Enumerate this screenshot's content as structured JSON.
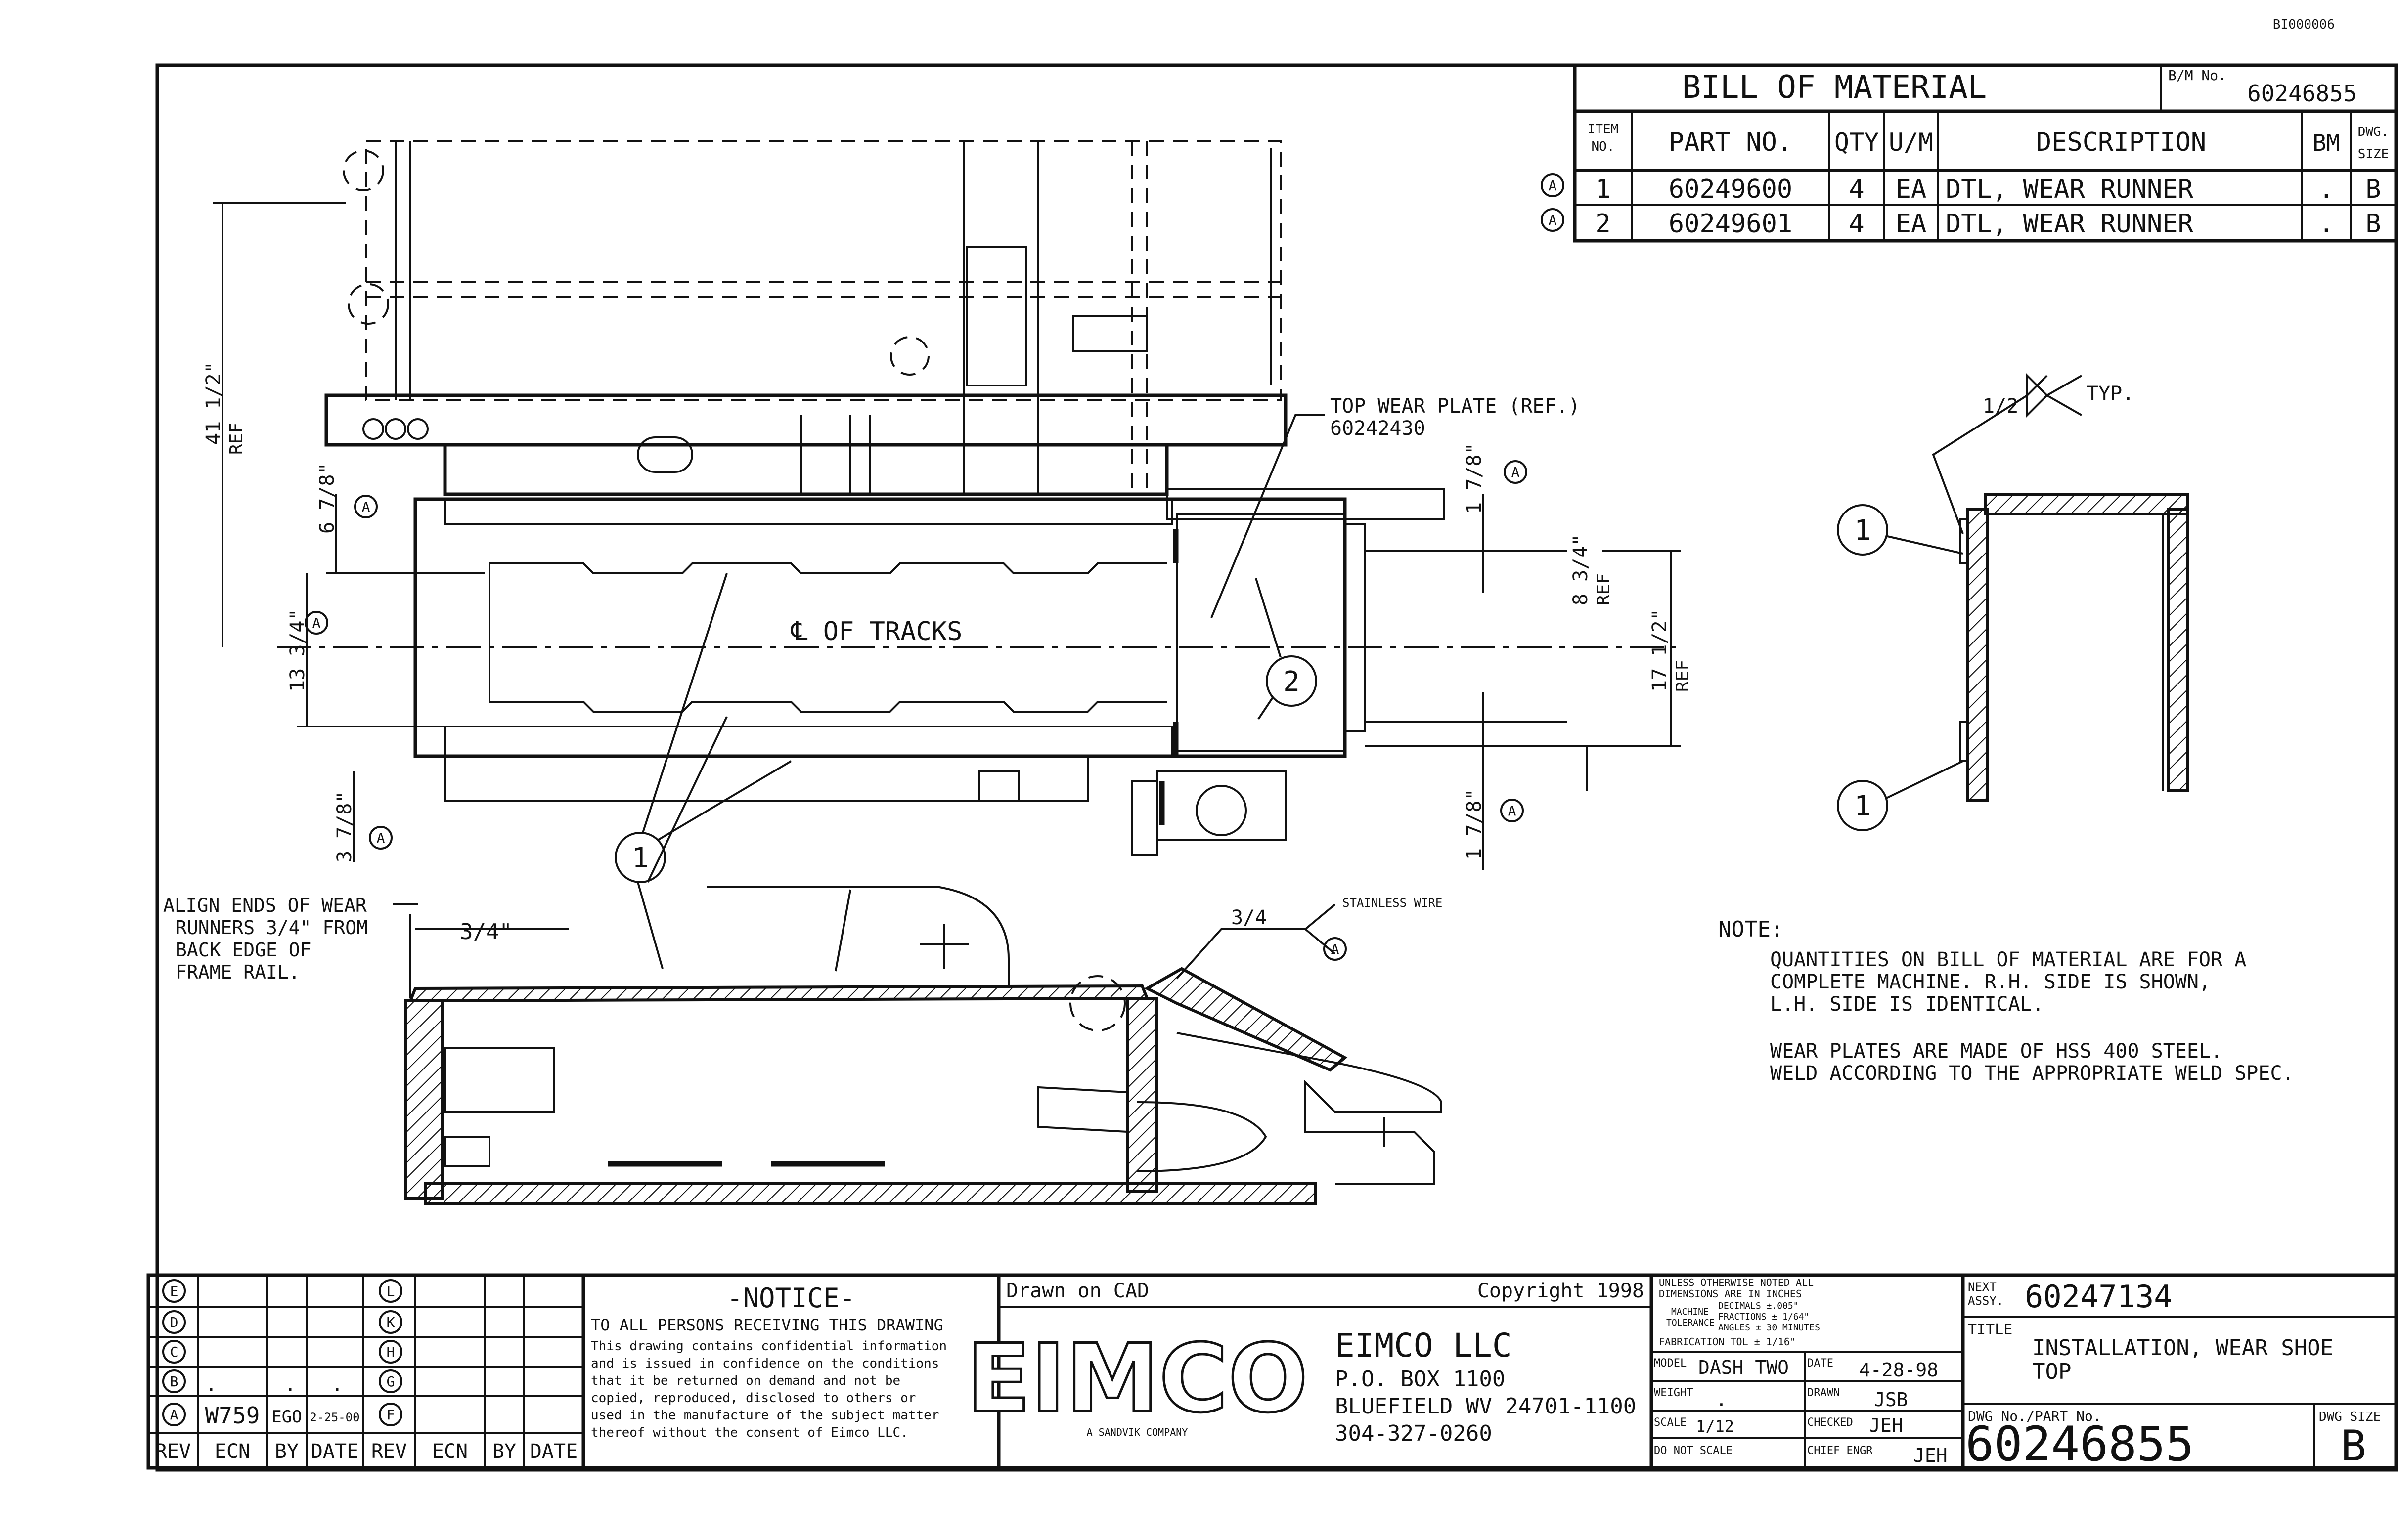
{
  "doc_code": "BI000006",
  "bom": {
    "title": "BILL OF MATERIAL",
    "bm_no_label": "B/M No.",
    "bm_no": "60246855",
    "headers": {
      "item": "ITEM",
      "item2": "NO.",
      "part": "PART NO.",
      "qty": "QTY",
      "um": "U/M",
      "desc": "DESCRIPTION",
      "bm": "BM",
      "dwg": "DWG.",
      "dwg2": "SIZE"
    },
    "rows": [
      {
        "rev": "A",
        "item": "1",
        "part": "60249600",
        "qty": "4",
        "um": "EA",
        "desc": "DTL, WEAR RUNNER",
        "bm": ".",
        "size": "B"
      },
      {
        "rev": "A",
        "item": "2",
        "part": "60249601",
        "qty": "4",
        "um": "EA",
        "desc": "DTL, WEAR RUNNER",
        "bm": ".",
        "size": "B"
      }
    ]
  },
  "callouts": {
    "top_wear_plate": "TOP WEAR PLATE (REF.)",
    "top_wear_plate_pn": "60242430",
    "centerline": "℄ OF TRACKS",
    "item1": "1",
    "item2": "2",
    "rev_a": "A",
    "dim_41": "41 1/2\"",
    "ref": "REF",
    "dim_6_78": "6 7/8\"",
    "dim_13_34": "13 3/4\"",
    "dim_3_78": "3 7/8\"",
    "dim_1_78_top": "1 7/8\"",
    "dim_1_78_bot": "1 7/8\"",
    "dim_8_34": "8 3/4\"",
    "dim_17_12": "17 1/2\"",
    "dim_34": "3/4\"",
    "weld_34": "3/4",
    "weld_12": "1/2",
    "typ": "TYP.",
    "stainless": "STAINLESS WIRE",
    "align_note": [
      "ALIGN ENDS OF WEAR",
      "RUNNERS 3/4\" FROM",
      "BACK EDGE OF",
      "FRAME RAIL."
    ]
  },
  "notes": {
    "title": "NOTE:",
    "lines": [
      "QUANTITIES ON BILL OF MATERIAL ARE FOR A",
      "COMPLETE MACHINE.  R.H. SIDE IS SHOWN,",
      "L.H. SIDE IS IDENTICAL.",
      "WEAR PLATES ARE MADE OF HSS 400 STEEL.",
      "WELD ACCORDING TO THE APPROPRIATE WELD SPEC."
    ]
  },
  "revisions": {
    "left_letters": [
      "E",
      "D",
      "C",
      "B",
      "A"
    ],
    "right_letters": [
      "L",
      "K",
      "H",
      "G",
      "F"
    ],
    "row_a": {
      "ecn": "W759",
      "by": "EGO",
      "date": "2-25-00"
    },
    "dot": ".",
    "headers": [
      "REV",
      "ECN",
      "BY",
      "DATE",
      "REV",
      "ECN",
      "BY",
      "DATE"
    ]
  },
  "notice": {
    "title": "-NOTICE-",
    "lines": [
      "TO ALL PERSONS RECEIVING THIS DRAWING",
      "This drawing contains confidential information",
      "and is issued in confidence on the conditions",
      "that it be returned on demand and not be",
      "copied, reproduced, disclosed to others or",
      "used in the manufacture of the subject matter",
      "thereof without the consent of Eimco LLC."
    ]
  },
  "company": {
    "drawn_on": "Drawn on CAD",
    "copyright": "Copyright 1998",
    "logo": "EIMCO",
    "logo_sub": "A SANDVIK COMPANY",
    "name": "EIMCO LLC",
    "address": [
      "P.O. BOX 1100",
      "BLUEFIELD WV 24701-1100",
      "304-327-0260"
    ]
  },
  "tolerances": {
    "lines": [
      "UNLESS OTHERWISE NOTED ALL",
      "DIMENSIONS ARE IN INCHES",
      "DECIMALS ±.005\"",
      "FRACTIONS ± 1/64\"",
      "ANGLES ± 30 MINUTES",
      "FABRICATION TOL ± 1/16\""
    ],
    "machine_label": "MACHINE",
    "tolerance_label": "TOLERANCE",
    "model_label": "MODEL",
    "model": "DASH TWO",
    "date_label": "DATE",
    "date": "4-28-98",
    "weight_label": "WEIGHT",
    "weight": ".",
    "drawn_label": "DRAWN",
    "drawn": "JSB",
    "scale_label": "SCALE",
    "scale": "1/12",
    "checked_label": "CHECKED",
    "checked": "JEH",
    "no_scale": "DO NOT SCALE",
    "chief_label": "CHIEF ENGR",
    "chief": "JEH"
  },
  "title_block": {
    "next_assy_label": "NEXT",
    "next_assy_label2": "ASSY.",
    "next_assy": "60247134",
    "title_label": "TITLE",
    "title_line1": "INSTALLATION, WEAR SHOE",
    "title_line2": "TOP",
    "dwg_no_label": "DWG No./PART No.",
    "dwg_no": "60246855",
    "dwg_size_label": "DWG SIZE",
    "dwg_size": "B"
  }
}
